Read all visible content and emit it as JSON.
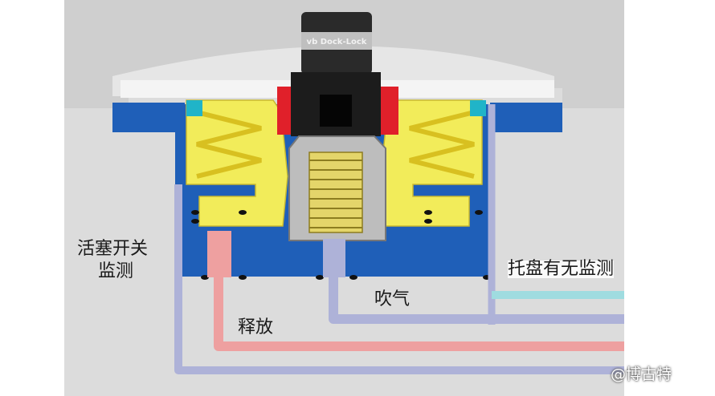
{
  "image": {
    "brand_text": "vb Dock-Lock",
    "labels": {
      "piston_switch_monitor_line1": "活塞开关",
      "piston_switch_monitor_line2": "监测",
      "release": "释放",
      "air_blow": "吹气",
      "tray_presence_monitor": "托盘有无监测"
    },
    "watermark": "@博古特"
  },
  "colors": {
    "housing_blue": "#1f5fb8",
    "piston_yellow": "#f2ec5a",
    "spring_yellow": "#f4e233",
    "seal_red": "#e0202a",
    "teal_seal": "#20b4c8",
    "release_line": "#eea0a0",
    "air_line": "#aeb2d8",
    "tray_line": "#9fdce0",
    "plate_gray": "#d9d9d9",
    "background": "#ffffff"
  }
}
